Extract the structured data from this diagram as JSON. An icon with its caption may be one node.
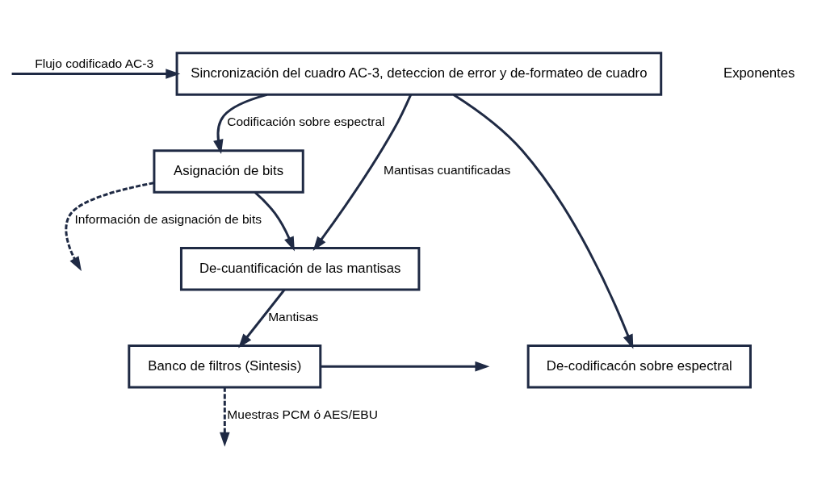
{
  "diagram": {
    "nodes": [
      {
        "text": [
          "Sincronización del cuadro AC-3, deteccion de error y de-formateo de cuadro"
        ]
      },
      {
        "text": [
          "Asignación de bits"
        ]
      },
      {
        "text": [
          "De-cuantificación de las mantisas"
        ]
      },
      {
        "text": [
          "De-codificacón sobre espectral"
        ]
      },
      {
        "text": [
          "Banco de filtros (Sintesis)"
        ]
      }
    ],
    "edges": [
      {
        "from": null,
        "to": 0,
        "arrow": "to",
        "label": "Flujo codificado AC-3"
      },
      {
        "from": 0,
        "to": 1,
        "arrow": "to",
        "label": "Codificación sobre espectral"
      },
      {
        "from": 0,
        "to": 3,
        "arrow": "to"
      },
      {
        "from": 0,
        "to": 2,
        "arrow": "to",
        "label": "Mantisas cuantificadas"
      },
      {
        "from": 1,
        "to": 2,
        "arrow": "to"
      },
      {
        "from": 1,
        "to": null,
        "arrow": "to",
        "style": "dashed",
        "label": "Información de asignación de bits"
      },
      {
        "from": 2,
        "to": 4,
        "arrow": "to",
        "label": "Mantisas"
      },
      {
        "from": 4,
        "to": null,
        "arrow": "to"
      },
      {
        "from": 4,
        "to": null,
        "arrow": "to",
        "style": "dashed",
        "label": "Muestras PCM ó AES/EBU"
      }
    ],
    "labels": [
      "Exponentes"
    ]
  }
}
